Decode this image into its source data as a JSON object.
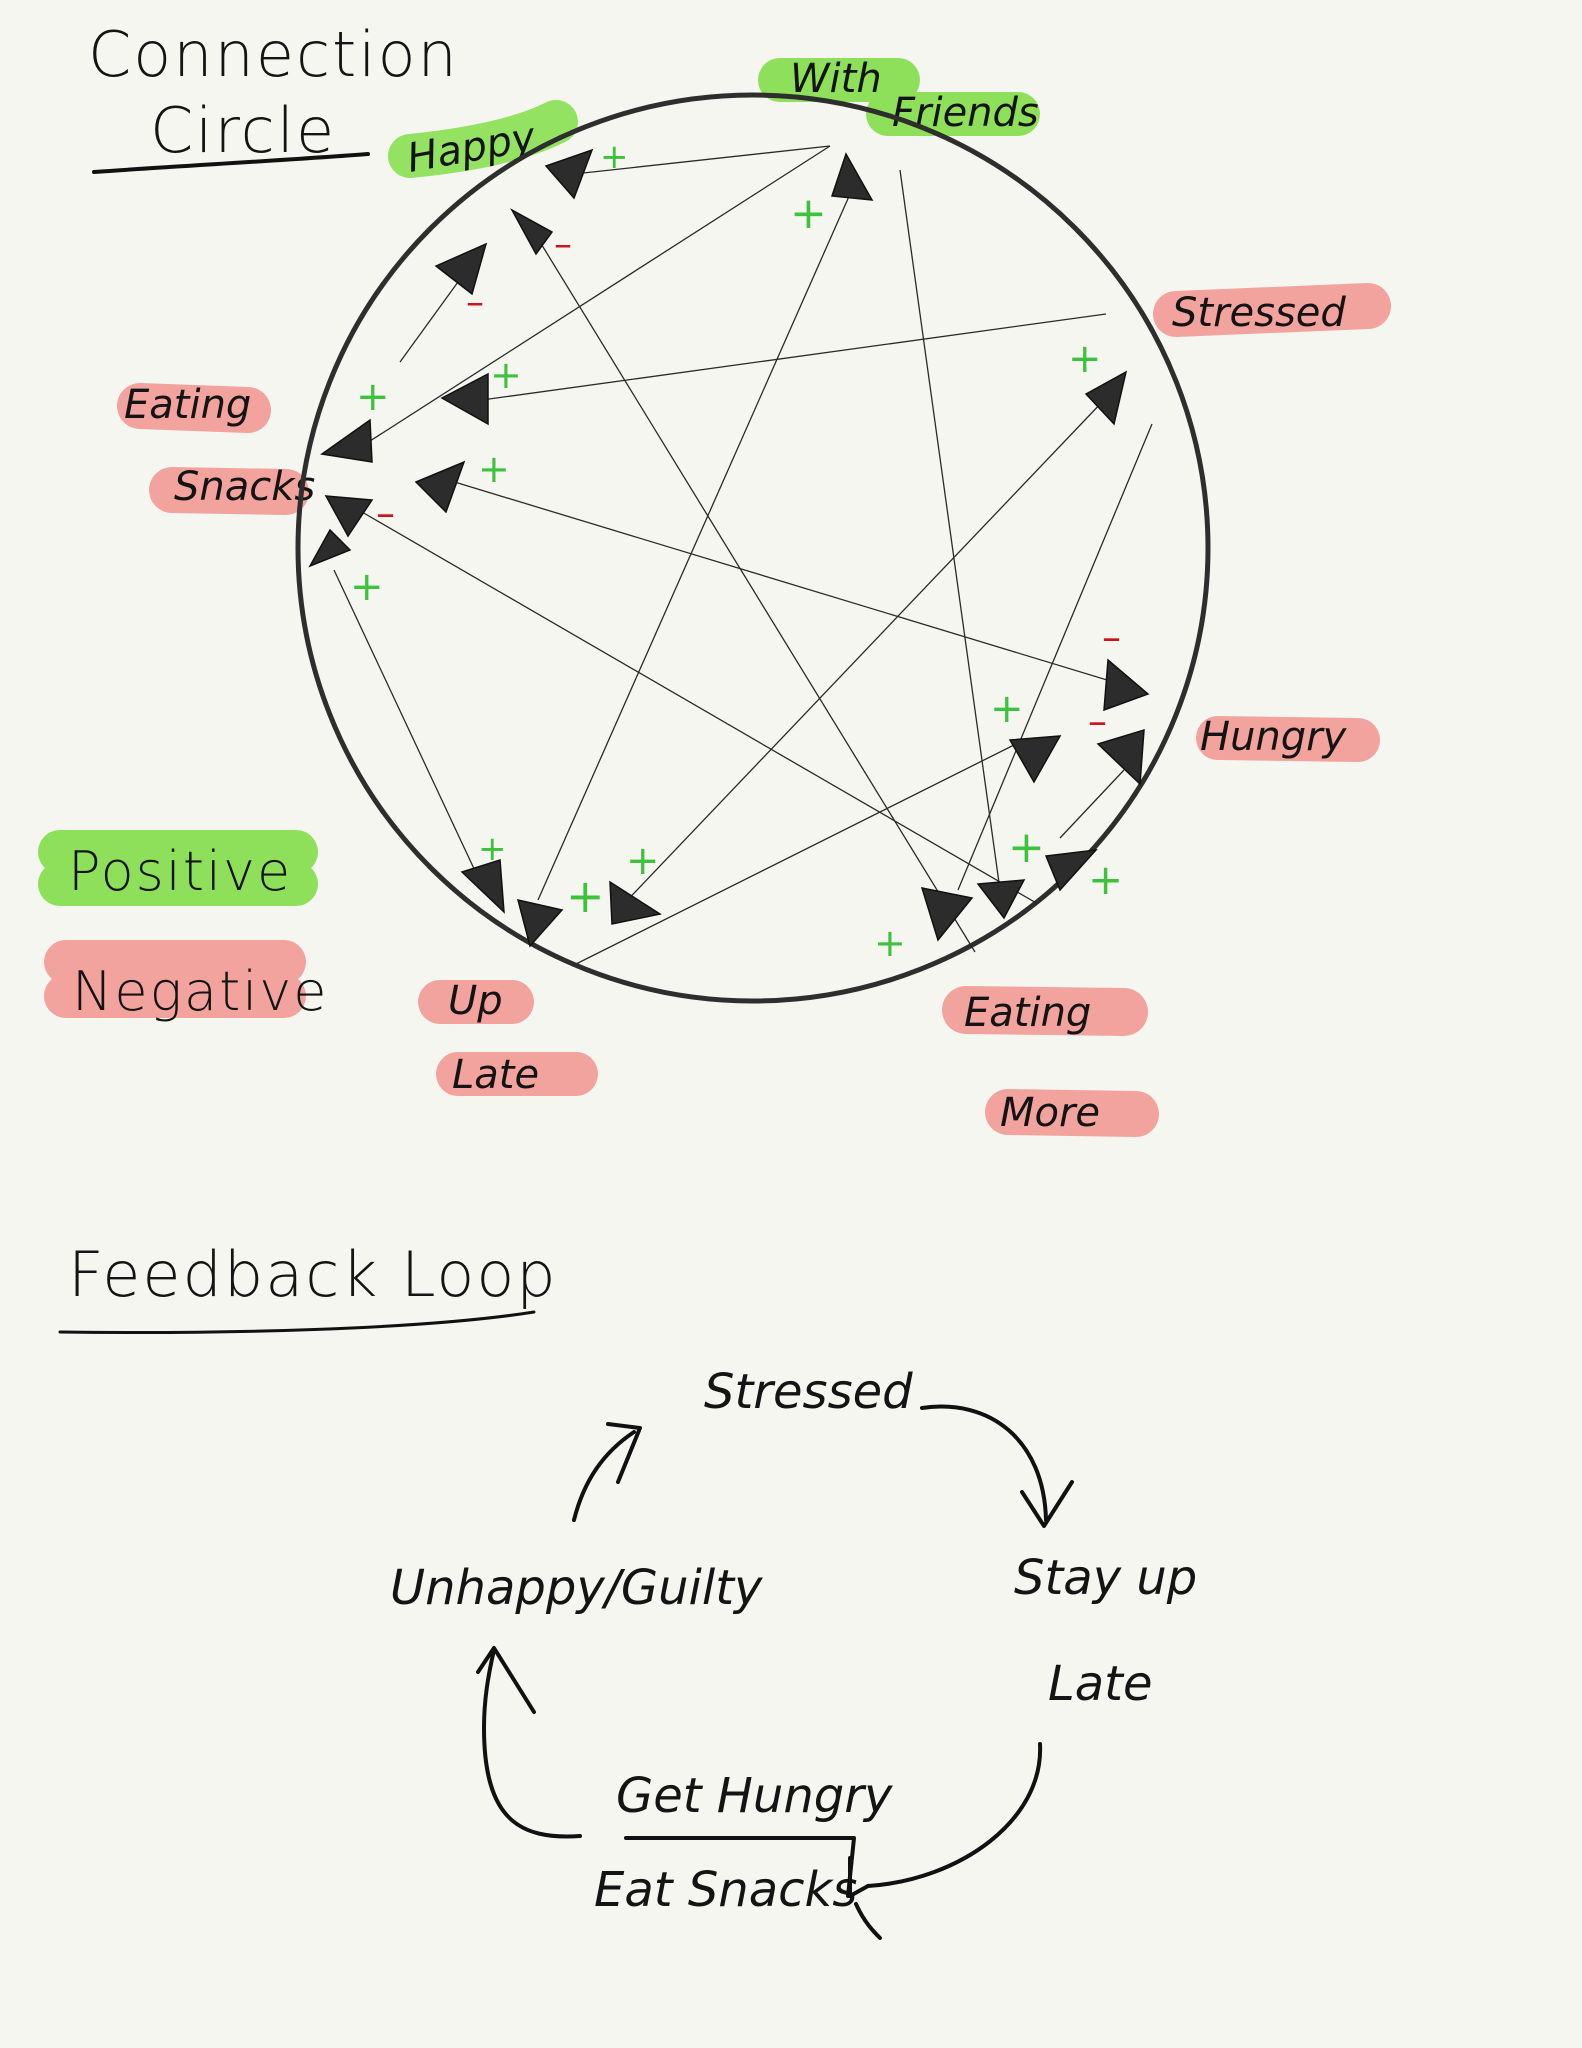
{
  "titles": {
    "connection_circle_line1": "Connection",
    "connection_circle_line2": "Circle",
    "feedback_loop": "Feedback Loop"
  },
  "legend": {
    "positive": "Positive",
    "negative": "Negative",
    "positive_color": "#8ee05a",
    "negative_color": "#f2a39d"
  },
  "nodes": {
    "happy": {
      "label": "Happy",
      "color": "#8ee05a"
    },
    "with_friends": {
      "line1": "With",
      "line2": "Friends",
      "color": "#8ee05a"
    },
    "stressed": {
      "label": "Stressed",
      "color": "#f2a39d"
    },
    "hungry": {
      "label": "Hungry",
      "color": "#f2a39d"
    },
    "eating_more": {
      "line1": "Eating",
      "line2": "More",
      "color": "#f2a39d"
    },
    "up_late": {
      "line1": "Up",
      "line2": "Late",
      "color": "#f2a39d"
    },
    "eating_snacks": {
      "line1": "Eating",
      "line2": "Snacks",
      "color": "#f2a39d"
    }
  },
  "signs": {
    "plus": "+",
    "minus": "–",
    "plus_color": "#3cc23c",
    "minus_color": "#d0121f"
  },
  "feedback_loop": {
    "stressed": "Stressed",
    "stay_up_line1": "Stay up",
    "stay_up_line2": "Late",
    "get_hungry": "Get Hungry",
    "eat_snacks": "Eat Snacks",
    "unhappy_guilty": "Unhappy/Guilty"
  }
}
